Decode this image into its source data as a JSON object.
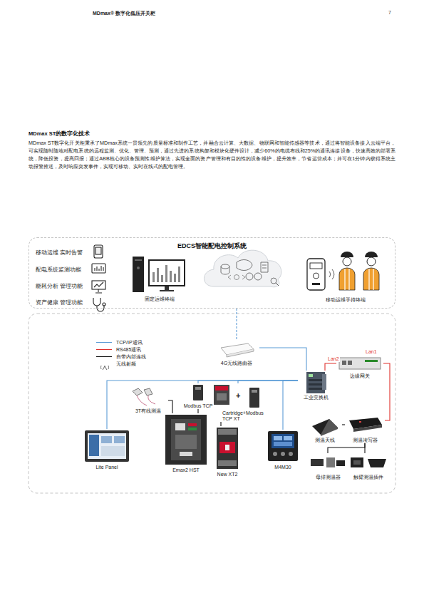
{
  "diagram": {
    "title": "MDmax ST的数字化技术",
    "nodes": [
      {
        "text": [
          "EDCS智能配电控制系统"
        ]
      },
      {
        "text": [
          "固定运维终端"
        ],
        "in": 0
      },
      {
        "text": [
          "移动运维手持终端"
        ],
        "in": 0
      },
      {
        "text": [
          "4G无线路由器"
        ]
      },
      {
        "text": [
          "工业交换机"
        ]
      },
      {
        "text": [
          "边缘网关"
        ]
      },
      {
        "text": [
          "Lite Panel"
        ]
      },
      {
        "text": [
          "Emax2 HST"
        ]
      },
      {
        "text": [
          "New XT2"
        ]
      },
      {
        "text": [
          "M4M30"
        ]
      },
      {
        "text": [
          "3T有线测温"
        ]
      },
      {
        "text": [
          "Modbus TCP"
        ]
      },
      {
        "text": [
          "Cartridge+Modbus TCP XT"
        ]
      },
      {
        "text": [
          "测温天线"
        ]
      },
      {
        "text": [
          "测温读写器"
        ]
      },
      {
        "text": [
          "母排测温器"
        ]
      },
      {
        "text": [
          "触臂测温插件"
        ]
      }
    ],
    "edges": [
      {
        "from": 3,
        "to": 0,
        "arrow": "none"
      },
      {
        "from": 3,
        "to": 4,
        "arrow": "none"
      },
      {
        "from": 4,
        "to": 5,
        "label": "Lan2",
        "arrow": "none"
      },
      {
        "from": 5,
        "to": 14,
        "label": "Lan1",
        "arrow": "none"
      },
      {
        "from": 4,
        "to": 6,
        "arrow": "none"
      },
      {
        "from": 4,
        "to": 11,
        "arrow": "none"
      },
      {
        "from": 4,
        "to": 12,
        "arrow": "none"
      },
      {
        "from": 4,
        "to": 9,
        "arrow": "none"
      },
      {
        "from": 11,
        "to": 7,
        "arrow": "none"
      },
      {
        "from": 10,
        "to": 7,
        "arrow": "none"
      },
      {
        "from": 12,
        "to": 8,
        "arrow": "none"
      },
      {
        "from": 13,
        "to": 14,
        "arrow": "none"
      },
      {
        "from": 14,
        "to": 15,
        "arrow": "none"
      },
      {
        "from": 14,
        "to": 16,
        "arrow": "none"
      }
    ],
    "labels": [
      "MDmax® 数字化低压开关柜",
      "7",
      "MDmax ST数字化开关柜秉承了MDmax系统一贯领先的质量标准和制作工艺，并融合云计算、大数据、物联网和智能传感器等技术，通过将智能设备接入云端平台，可实现随时随地对配电系统的远程监测、优化、管理、预测，通过先进的系统构架和模块化硬件设计，减少60%的电缆布线和25%的通讯连接设备，快速高效的部署系统，降低投资，提高回报；通过ABB核心的设备预测性维护算法，实现全面的资产管理和有目的性的设备维护，提升效率，节省运营成本；并可在1分钟内获得系统主动报警推送，及时响应突发事件，实现可移动、实时在线式的配电管理。",
      "移动运维 实时告警",
      "配电系统监测功能",
      "能耗分析 管理功能",
      "资产健康 管理功能",
      "+"
    ],
    "legend": [
      {
        "text": "TCP/IP通讯",
        "color": "#5b9bd5"
      },
      {
        "text": "RS485通讯",
        "color": "#e0302c"
      },
      {
        "text": "自带内部连线",
        "color": "#111111"
      },
      {
        "text": "无线射频"
      }
    ]
  }
}
